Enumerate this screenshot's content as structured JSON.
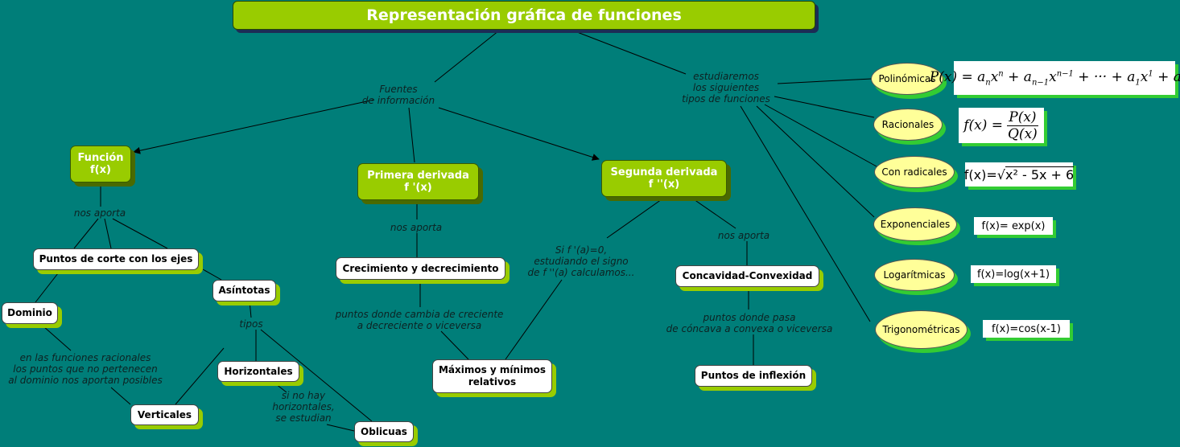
{
  "title": "Representación gráfica de funciones",
  "nodes": {
    "funcion": "Función\nf(x)",
    "primera_derivada": "Primera derivada\nf '(x)",
    "segunda_derivada": "Segunda derivada\nf ''(x)",
    "puntos_corte": "Puntos de corte con los ejes",
    "asintotas": "Asíntotas",
    "dominio": "Dominio",
    "horizontales": "Horizontales",
    "verticales": "Verticales",
    "oblicuas": "Oblicuas",
    "crecimiento": "Crecimiento y decrecimiento",
    "maximos": "Máximos y mínimos\nrelativos",
    "concavidad": "Concavidad-Convexidad",
    "inflexion": "Puntos de inflexión"
  },
  "labels": {
    "fuentes": "Fuentes\nde información",
    "estudiaremos": "estudiaremos\nlos siguientes\ntipos de funciones",
    "aporta1": "nos aporta",
    "aporta2": "nos aporta",
    "aporta3": "nos aporta",
    "tipos": "tipos",
    "racionales_note": "en las funciones racionales\nlos puntos que no pertenecen\nal dominio nos aportan posibles",
    "si_no_hay": "si no hay\nhorizontales,\nse estudian",
    "cambia": "puntos donde cambia de creciente\na decreciente o viceversa",
    "si_f": "Si f '(a)=0,\nestudiando el signo\nde f ''(a) calculamos...",
    "pasa": "puntos donde pasa\nde cóncava a convexa o viceversa"
  },
  "types": {
    "polinomicas": "Polinómicas",
    "racionales": "Racionales",
    "radicales": "Con radicales",
    "exponenciales": "Exponenciales",
    "logaritmicas": "Logarítmicas",
    "trigonometricas": "Trigonométricas"
  },
  "formulas": {
    "exp": "f(x)= exp(x)",
    "log": "f(x)=log(x+1)",
    "cos": "f(x)=cos(x-1)"
  },
  "colors": {
    "background": "#007e79",
    "node_green": "#99cc00",
    "ellipse": "#ffff99",
    "shadow_green": "#33cc33"
  }
}
